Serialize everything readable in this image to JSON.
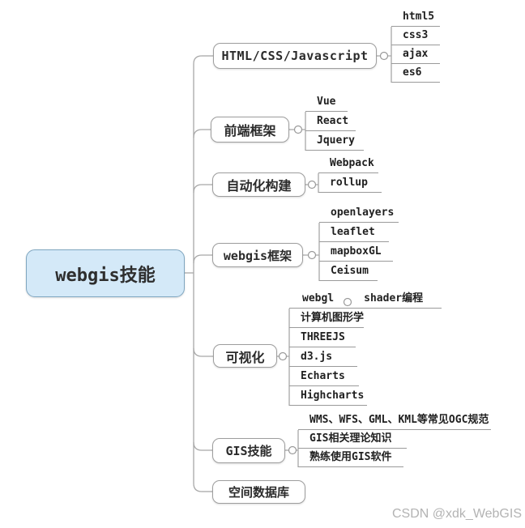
{
  "mindmap": {
    "root": {
      "label": "webgis技能"
    },
    "branches": [
      {
        "label": "HTML/CSS/Javascript",
        "children": [
          {
            "label": "html5"
          },
          {
            "label": "css3"
          },
          {
            "label": "ajax"
          },
          {
            "label": "es6"
          }
        ]
      },
      {
        "label": "前端框架",
        "children": [
          {
            "label": "Vue"
          },
          {
            "label": "React"
          },
          {
            "label": "Jquery"
          }
        ]
      },
      {
        "label": "自动化构建",
        "children": [
          {
            "label": "Webpack"
          },
          {
            "label": "rollup"
          }
        ]
      },
      {
        "label": "webgis框架",
        "children": [
          {
            "label": "openlayers"
          },
          {
            "label": "leaflet"
          },
          {
            "label": "mapboxGL"
          },
          {
            "label": "Ceisum"
          }
        ]
      },
      {
        "label": "可视化",
        "children": [
          {
            "label": "webgl",
            "children": [
              {
                "label": "shader编程"
              }
            ]
          },
          {
            "label": "计算机图形学"
          },
          {
            "label": "THREEJS"
          },
          {
            "label": "d3.js"
          },
          {
            "label": "Echarts"
          },
          {
            "label": "Highcharts"
          }
        ]
      },
      {
        "label": "GIS技能",
        "children": [
          {
            "label": "WMS、WFS、GML、KML等常见OGC规范"
          },
          {
            "label": "GIS相关理论知识"
          },
          {
            "label": "熟练使用GIS软件"
          }
        ]
      },
      {
        "label": "空间数据库",
        "children": []
      }
    ]
  },
  "watermark": {
    "text": "CSDN @xdk_WebGIS"
  },
  "colors": {
    "root_fill": "#d4e9f8",
    "root_border": "#7fa6c0",
    "box_border": "#9e9e9e",
    "line": "#a8a8a8",
    "watermark_text": "#b3b3b3"
  }
}
